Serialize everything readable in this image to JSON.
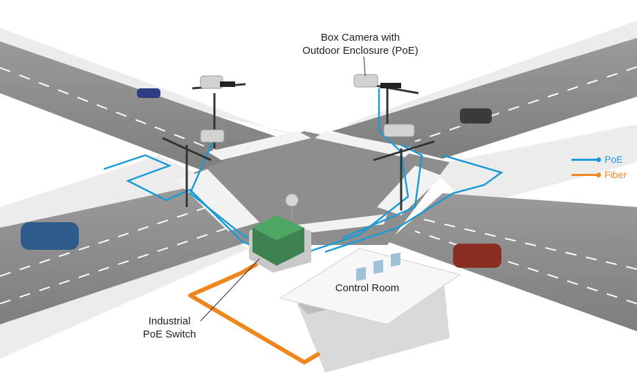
{
  "labels": {
    "camera_line1": "Box Camera with",
    "camera_line2": "Outdoor Enclosure (PoE)",
    "switch_line1": "Industrial",
    "switch_line2": "PoE Switch",
    "control_room": "Control Room"
  },
  "legend": {
    "items": [
      {
        "label": "PoE",
        "color": "#1a9ad6"
      },
      {
        "label": "Fiber",
        "color": "#f0861e"
      }
    ]
  },
  "colors": {
    "poe": "#1a9ad6",
    "fiber": "#f0861e",
    "road": "#8c8c8c",
    "sidewalk": "#e6e6e6",
    "switch_cabinet": "#2f7a45"
  },
  "cameras": [
    {
      "name": "box-camera-northwest"
    },
    {
      "name": "box-camera-northeast"
    },
    {
      "name": "box-camera-west"
    },
    {
      "name": "box-camera-east"
    }
  ],
  "vehicles": [
    {
      "name": "car-blue-north",
      "color": "#2e3c82"
    },
    {
      "name": "car-gray-east",
      "color": "#3a3a3a"
    },
    {
      "name": "car-blue-west",
      "color": "#2e5c8a"
    },
    {
      "name": "car-red-east",
      "color": "#8a2e22"
    }
  ]
}
